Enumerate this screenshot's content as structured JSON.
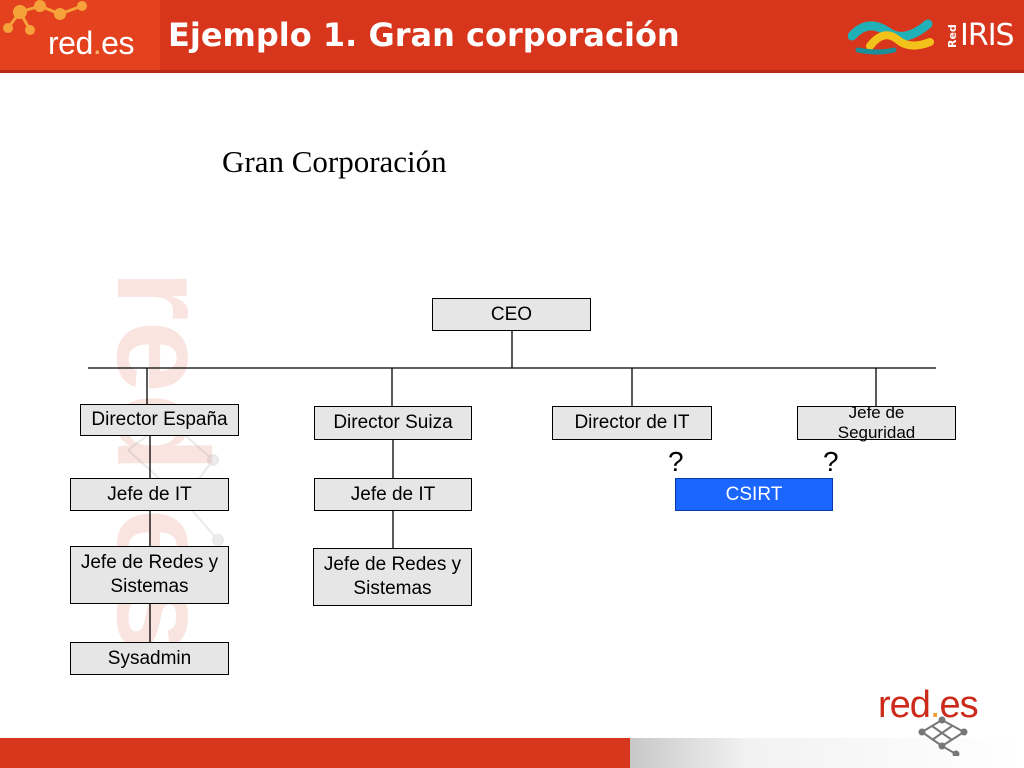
{
  "header": {
    "logo_left": {
      "name": "red",
      "dot": ".",
      "tld": "es"
    },
    "title": "Ejemplo 1. Gran corporación",
    "logo_right": {
      "small": "Red",
      "big": "IRIS"
    }
  },
  "main": {
    "subtitle": "Gran Corporación",
    "org_chart": {
      "ceo": "CEO",
      "directors": [
        "Director España",
        "Director Suiza",
        "Director de IT",
        "Jefe de Seguridad"
      ],
      "espana_chain": [
        "Jefe de IT",
        "Jefe de Redes y Sistemas",
        "Sysadmin"
      ],
      "suiza_chain": [
        "Jefe de IT",
        "Jefe de Redes y Sistemas"
      ],
      "csirt": "CSIRT",
      "question_mark": "?"
    },
    "watermark_logo": "red.es"
  },
  "footer": {
    "logo": {
      "name": "red",
      "dot": ".",
      "tld": "es"
    }
  },
  "colors": {
    "header_red": "#d8361c",
    "box_fill": "#e6e6e6",
    "csirt_blue": "#1a66ff"
  }
}
